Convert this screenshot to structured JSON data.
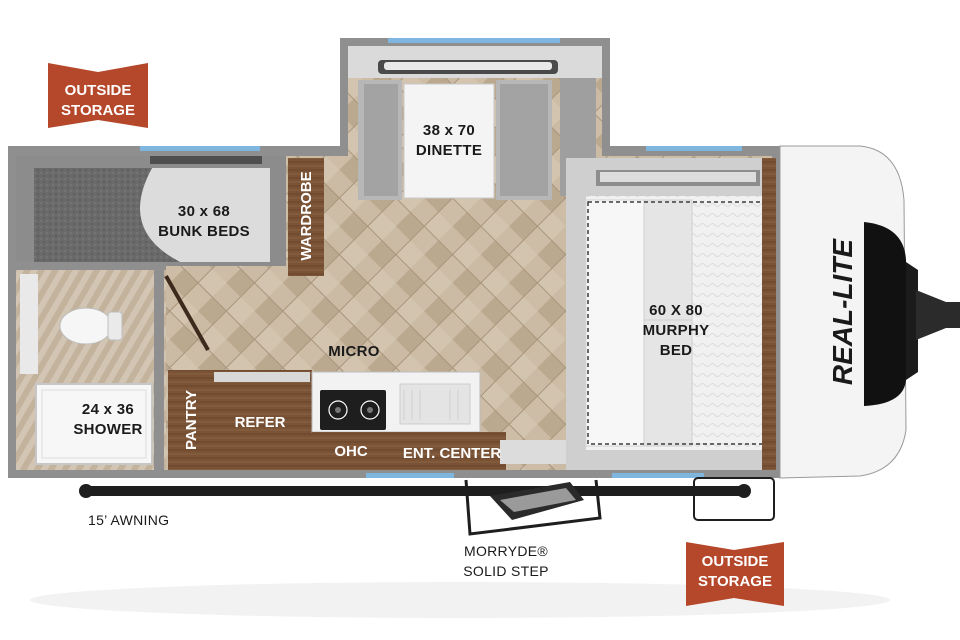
{
  "colors": {
    "wall": "#8a8a8a",
    "floor_light": "#d9cbb6",
    "floor_dark": "#a08c74",
    "wood": "#7a5236",
    "tag": "#b5472a",
    "window": "#7fb6e0",
    "carpet": "#5f5f5f"
  },
  "tags": {
    "outside_storage_top": [
      "OUTSIDE",
      "STORAGE"
    ],
    "outside_storage_bottom": [
      "OUTSIDE",
      "STORAGE"
    ]
  },
  "rooms": {
    "dinette": [
      "38 x 70",
      "DINETTE"
    ],
    "bunk_beds": [
      "30 x 68",
      "BUNK BEDS"
    ],
    "wardrobe": "WARDROBE",
    "murphy_bed": [
      "60 X 80",
      "MURPHY",
      "BED"
    ],
    "micro": "MICRO",
    "shower": [
      "24 x 36",
      "SHOWER"
    ],
    "pantry": "PANTRY",
    "refer": "REFER",
    "ohc": "OHC",
    "ent_center": "ENT. CENTER"
  },
  "exterior": {
    "awning": "15’ AWNING",
    "step": [
      "MORRYDE®",
      "SOLID STEP"
    ],
    "brand": "REAL-LITE"
  }
}
